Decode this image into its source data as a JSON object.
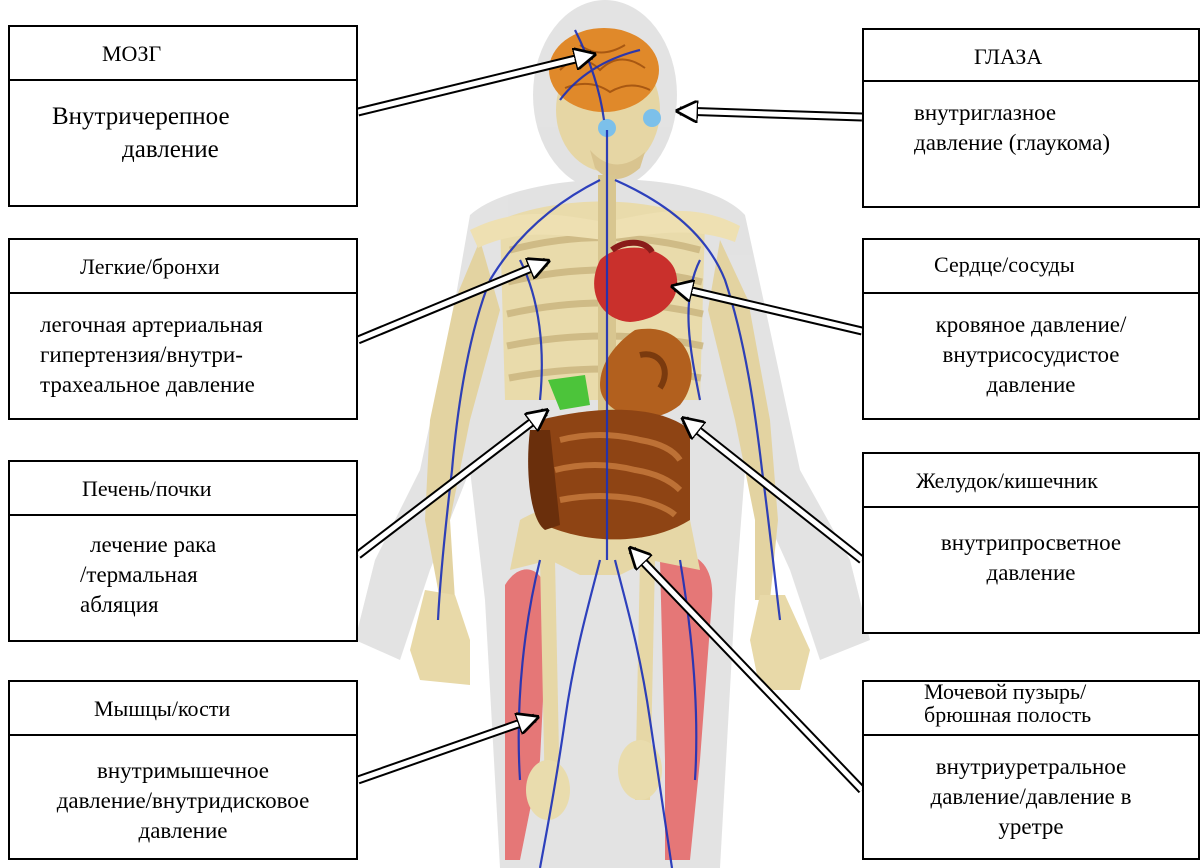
{
  "left_boxes": [
    {
      "title": "МОЗГ",
      "text": [
        "Внутричерепное",
        "давление"
      ]
    },
    {
      "title": "Легкие/бронхи",
      "text": [
        "легочная артериальная",
        "гипертензия/внутри-",
        "трахеальное давление"
      ]
    },
    {
      "title": "Печень/почки",
      "text": [
        "лечение рака",
        "/термальная",
        "абляция"
      ]
    },
    {
      "title": "Мышцы/кости",
      "text": [
        "внутримышечное",
        "давление/внутридисковое",
        "давление"
      ]
    }
  ],
  "right_boxes": [
    {
      "title": "ГЛАЗА",
      "text": [
        "внутриглазное",
        "давление (глаукома)"
      ]
    },
    {
      "title": "Сердце/сосуды",
      "text": [
        "кровяное давление/",
        "внутрисосудистое",
        "давление"
      ]
    },
    {
      "title": "Желудок/кишечник",
      "text": [
        "внутрипросветное",
        "давление"
      ]
    },
    {
      "title": [
        "Мочевой пузырь/",
        "брюшная полость"
      ],
      "text": [
        "внутриуретральное",
        "давление/давление в",
        "уретре"
      ]
    }
  ],
  "colors": {
    "bone": "#e9d9a8",
    "brain": "#e0892a",
    "heart": "#c9302c",
    "organs": "#9a4b16",
    "liver_green": "#4cc43a",
    "muscle": "#e0585a",
    "vessel": "#1a2fb8",
    "body_halo": "#d8d8d8"
  }
}
